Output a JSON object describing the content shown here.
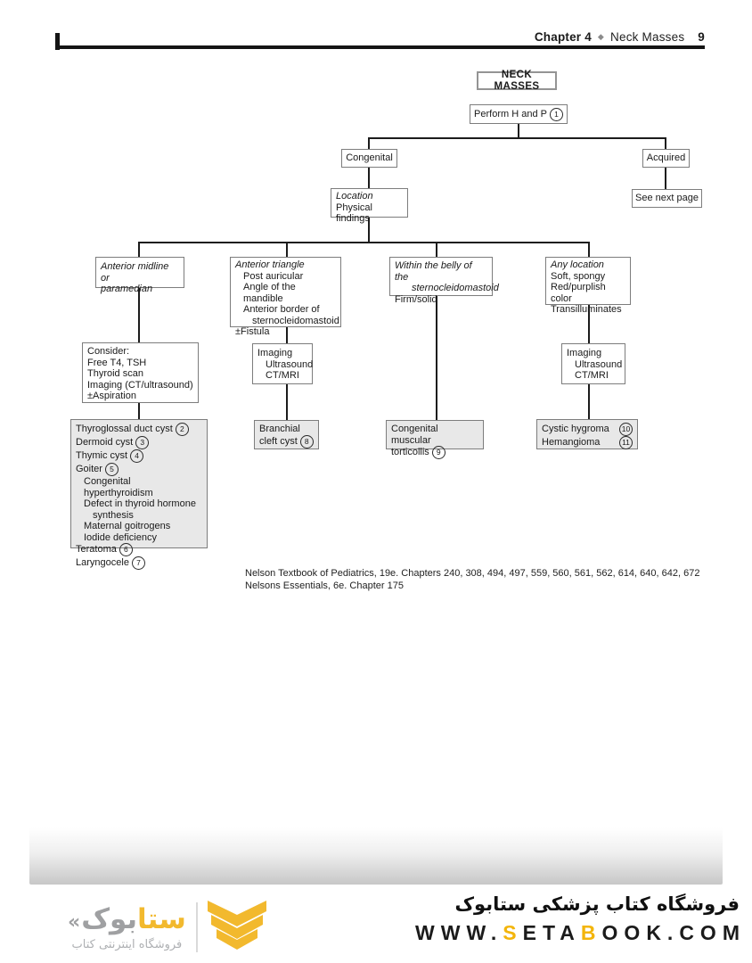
{
  "header": {
    "chapter": "Chapter 4",
    "separator": "◆",
    "title": "Neck Masses",
    "page_number": "9"
  },
  "flowchart": {
    "root": "NECK MASSES",
    "perform": {
      "label": "Perform H and P",
      "num": "1"
    },
    "congenital": "Congenital",
    "acquired": "Acquired",
    "location": {
      "line1": "Location",
      "line2": "Physical findings"
    },
    "see_next": "See next page",
    "branch1": {
      "line1": "Anterior midline or",
      "line2": "paramedian"
    },
    "branch2": {
      "title": "Anterior triangle",
      "item1": "Post auricular",
      "item2": "Angle of the mandible",
      "item3": "Anterior border of",
      "item4": "sternocleidomastoid",
      "item5": "±Fistula"
    },
    "branch3": {
      "title1": "Within the belly of the",
      "title2": "sternocleidomastoid",
      "item1": "Firm/solid"
    },
    "branch4": {
      "title": "Any location",
      "item1": "Soft, spongy",
      "item2": "Red/purplish color",
      "item3": "Transilluminates"
    },
    "consider": {
      "line1": "Consider:",
      "line2": "Free T4, TSH",
      "line3": "Thyroid scan",
      "line4": "Imaging (CT/ultrasound)",
      "line5": "±Aspiration"
    },
    "imaging": {
      "line1": "Imaging",
      "line2": "Ultrasound",
      "line3": "CT/MRI"
    },
    "outcome1": {
      "item1": {
        "label": "Thyroglossal duct cyst",
        "num": "2"
      },
      "item2": {
        "label": "Dermoid cyst",
        "num": "3"
      },
      "item3": {
        "label": "Thymic cyst",
        "num": "4"
      },
      "item4": {
        "label": "Goiter",
        "num": "5"
      },
      "sub1": "Congenital hyperthyroidism",
      "sub2": "Defect in thyroid hormone",
      "sub3": "synthesis",
      "sub4": "Maternal goitrogens",
      "sub5": "Iodide deficiency",
      "item5": {
        "label": "Teratoma",
        "num": "6"
      },
      "item6": {
        "label": "Laryngocele",
        "num": "7"
      }
    },
    "outcome2": {
      "line1": "Branchial",
      "line2": "cleft cyst",
      "num": "8"
    },
    "outcome3": {
      "line1": "Congenital muscular",
      "line2": "torticollis",
      "num": "9"
    },
    "outcome4": {
      "item1": {
        "label": "Cystic hygroma",
        "num": "10"
      },
      "item2": {
        "label": "Hemangioma",
        "num": "11"
      }
    }
  },
  "references": {
    "line1": "Nelson Textbook of Pediatrics, 19e. Chapters 240, 308, 494, 497, 559, 560, 561, 562, 614, 640, 642, 672",
    "line2": "Nelsons Essentials, 6e. Chapter 175"
  },
  "footer": {
    "logo": {
      "mark": "«",
      "gray_part": "بوک",
      "yellow_part": "ستا",
      "tagline": "فروشگاه اینترنتی کتاب"
    },
    "store_title": "فروشگاه کتاب پزشکی ستابوک",
    "url": {
      "seg1": "WWW.",
      "seg2": "S",
      "seg3": "ETA",
      "seg4": "B",
      "seg5": "OOK.COM"
    },
    "colors": {
      "brand_yellow": "#F2B92E",
      "brand_gray": "#9FA0A2",
      "url_dark": "#1B1B1B"
    }
  }
}
